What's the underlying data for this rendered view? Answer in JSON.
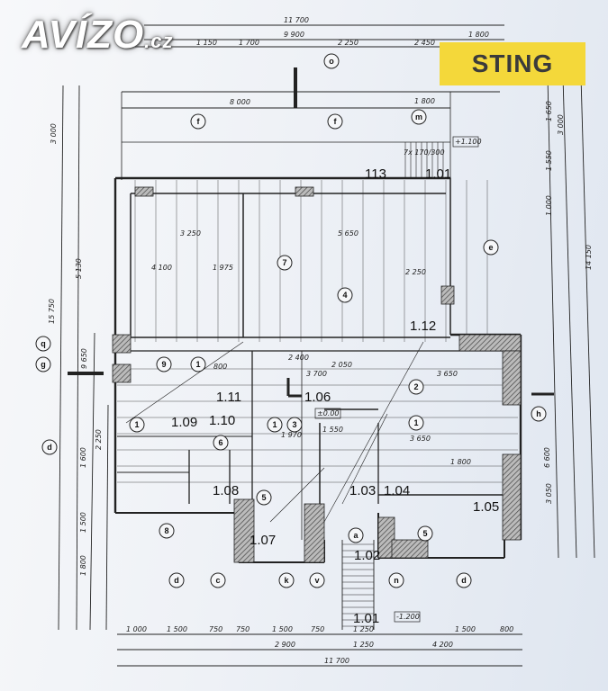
{
  "logo": {
    "name": "AVÍZO",
    "domain": ".cz"
  },
  "brand": {
    "name": "STING"
  },
  "plan": {
    "rooms": [
      "113",
      "1.01",
      "1.12",
      "1.11",
      "1.06",
      "1.09",
      "1.10",
      "1.08",
      "1.03",
      "1.04",
      "1.05",
      "1.07",
      "1.02",
      "1.01"
    ],
    "tags": [
      "o",
      "f",
      "f",
      "m",
      "7",
      "4",
      "2",
      "1",
      "1",
      "1",
      "3",
      "9",
      "1",
      "5",
      "5",
      "a",
      "8",
      "h",
      "e",
      "q",
      "g",
      "d",
      "d",
      "c",
      "k",
      "v",
      "n",
      "d",
      "6"
    ],
    "levels": [
      "+1.100",
      "±0.00",
      "-1.200"
    ],
    "stair_note": "7x 170/300",
    "dimensions_top": [
      "11 700",
      "9 900",
      "1 800",
      "1 150",
      "1 700",
      "2 250",
      "2 450",
      "8 000",
      "1 800"
    ],
    "dimensions_bottom": [
      "1 000",
      "1 500",
      "750",
      "750",
      "1 500",
      "750",
      "1 250",
      "1 500",
      "800",
      "2 900",
      "1 250",
      "4 200",
      "11 700"
    ],
    "dimensions_left": [
      "3 000",
      "15 750",
      "5 130",
      "9 650",
      "1 600",
      "1 500",
      "1 800",
      "2 250"
    ],
    "dimensions_right": [
      "1 650",
      "1 550",
      "3 000",
      "14 150",
      "6 600",
      "3 050",
      "1 000"
    ],
    "dimensions_inner": [
      "3 250",
      "5 650",
      "4 100",
      "1 975",
      "2 250",
      "3 700",
      "2 050",
      "3 650",
      "1 550",
      "3 650",
      "1 800",
      "800",
      "1 970",
      "2 400"
    ]
  }
}
